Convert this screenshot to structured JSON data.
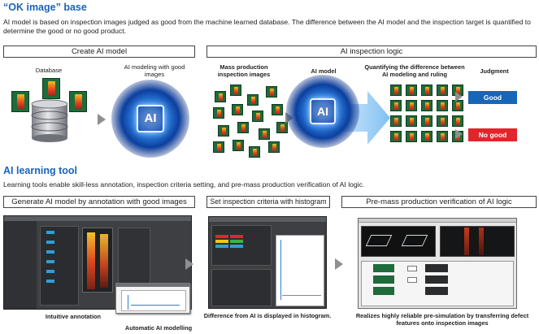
{
  "section1": {
    "title": "“OK image” base",
    "description": "AI model is based on inspection images judged as good from the machine learned database. The difference between the AI model and the inspection target is quantified to determine the good or no good product.",
    "create_box": {
      "header": "Create AI model",
      "database_label": "Database",
      "modeling_label": "AI modeling with good images",
      "ai_text": "AI"
    },
    "logic_box": {
      "header": "AI inspection logic",
      "mass_label": "Mass production inspection images",
      "ai_model_label": "AI model",
      "quantify_label": "Quantifying the difference between AI modeling and ruling",
      "judgment_label": "Judgment",
      "good": "Good",
      "no_good": "No good",
      "ai_text": "AI"
    }
  },
  "section2": {
    "title": "AI learning tool",
    "description": "Learning tools enable skill-less annotation, inspection criteria setting, and pre-mass production verification of AI logic.",
    "panel1": {
      "header": "Generate AI model by annotation with good images",
      "caption1": "Intuitive annotation",
      "caption2": "Automatic AI modelling"
    },
    "panel2": {
      "header": "Set inspection criteria with histogram",
      "caption": "Difference from AI is displayed in histogram."
    },
    "panel3": {
      "header": "Pre-mass production verification of AI logic",
      "caption": "Realizes highly reliable pre-simulation by transferring defect features onto inspection images"
    }
  },
  "colors": {
    "heading_blue": "#1a63b5",
    "good_blue": "#1766b8",
    "no_good_red": "#e0262c",
    "arrow_gray": "#8f8f8f"
  }
}
